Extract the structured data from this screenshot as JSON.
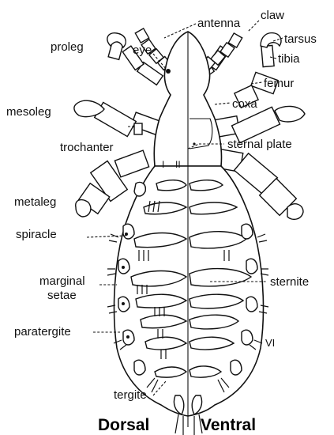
{
  "labels": {
    "antenna": "antenna",
    "claw": "claw",
    "tarsus": "tarsus",
    "tibia": "tibia",
    "femur": "femur",
    "coxa": "coxa",
    "proleg": "proleg",
    "eye": "eye",
    "mesoleg": "mesoleg",
    "trochanter": "trochanter",
    "sternal_plate": "sternal plate",
    "metaleg": "metaleg",
    "spiracle": "spiracle",
    "marginal_setae_line1": "marginal",
    "marginal_setae_line2": "setae",
    "sternite": "sternite",
    "paratergite": "paratergite",
    "segment_numeral": "VI",
    "tergite": "tergite",
    "thorax_mark_left": "I",
    "thorax_mark_right": "II"
  },
  "titles": {
    "dorsal": "Dorsal",
    "ventral": "Ventral"
  }
}
